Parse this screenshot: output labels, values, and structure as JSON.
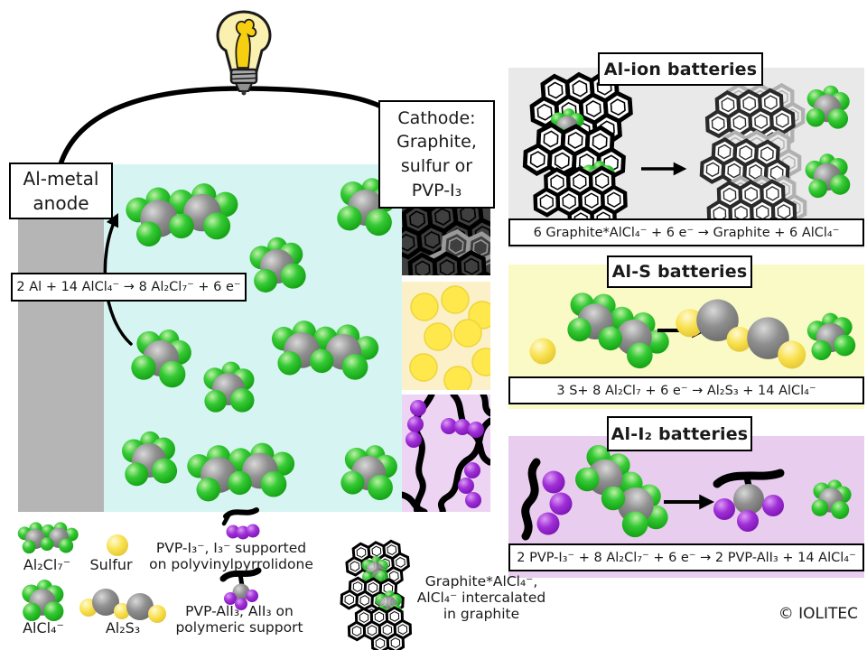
{
  "cell": {
    "anode_label": "Al-metal\nanode",
    "cathode_label": "Cathode:\nGraphite,\nsulfur or\nPVP-I₃",
    "anode_equation": "2 Al + 14 AlCl₄⁻ → 8 Al₂Cl₇⁻ + 6 e⁻"
  },
  "panels": [
    {
      "title": "Al-ion batteries",
      "equation": "6 Graphite*AlCl₄⁻ + 6 e⁻ →  Graphite + 6 AlCl₄⁻"
    },
    {
      "title": "Al-S batteries",
      "equation": "3 S+ 8 Al₂Cl₇ + 6 e⁻ → Al₂S₃ + 14 AlCl₄⁻"
    },
    {
      "title": "Al-I₂ batteries",
      "equation": "2 PVP-I₃⁻ + 8 Al₂Cl₇⁻ + 6 e⁻ → 2 PVP-AlI₃ + 14 AlCl₄⁻"
    }
  ],
  "legend": {
    "al2cl7": "Al₂Cl₇⁻",
    "sulfur": "Sulfur",
    "pvp_i3": "PVP-I₃⁻, I₃⁻ supported\non polyvinylpyrrolidone",
    "alcl4": "AlCl₄⁻",
    "al2s3": "Al₂S₃",
    "pvp_ali3": "PVP-AlI₃, AlI₃ on\npolymeric support",
    "graphite": "Graphite*AlCl₄⁻,\nAlCl₄⁻ intercalated\nin graphite"
  },
  "footer": {
    "copyright": "© IOLITEC"
  },
  "colors": {
    "electrolyte": "#d6f5f2",
    "anode_gray": "#b5b5b5",
    "panel_alion_bg": "#e9e9e9",
    "panel_als_bg": "#fafac6",
    "panel_ali2_bg": "#e8cdee",
    "graphite_dark": "#3f3f3f",
    "sulfur_stripe_bg": "#fcf0c8",
    "pvp_stripe_bg": "#ecd4f2",
    "sulfur_ball": "#ffe84b"
  }
}
